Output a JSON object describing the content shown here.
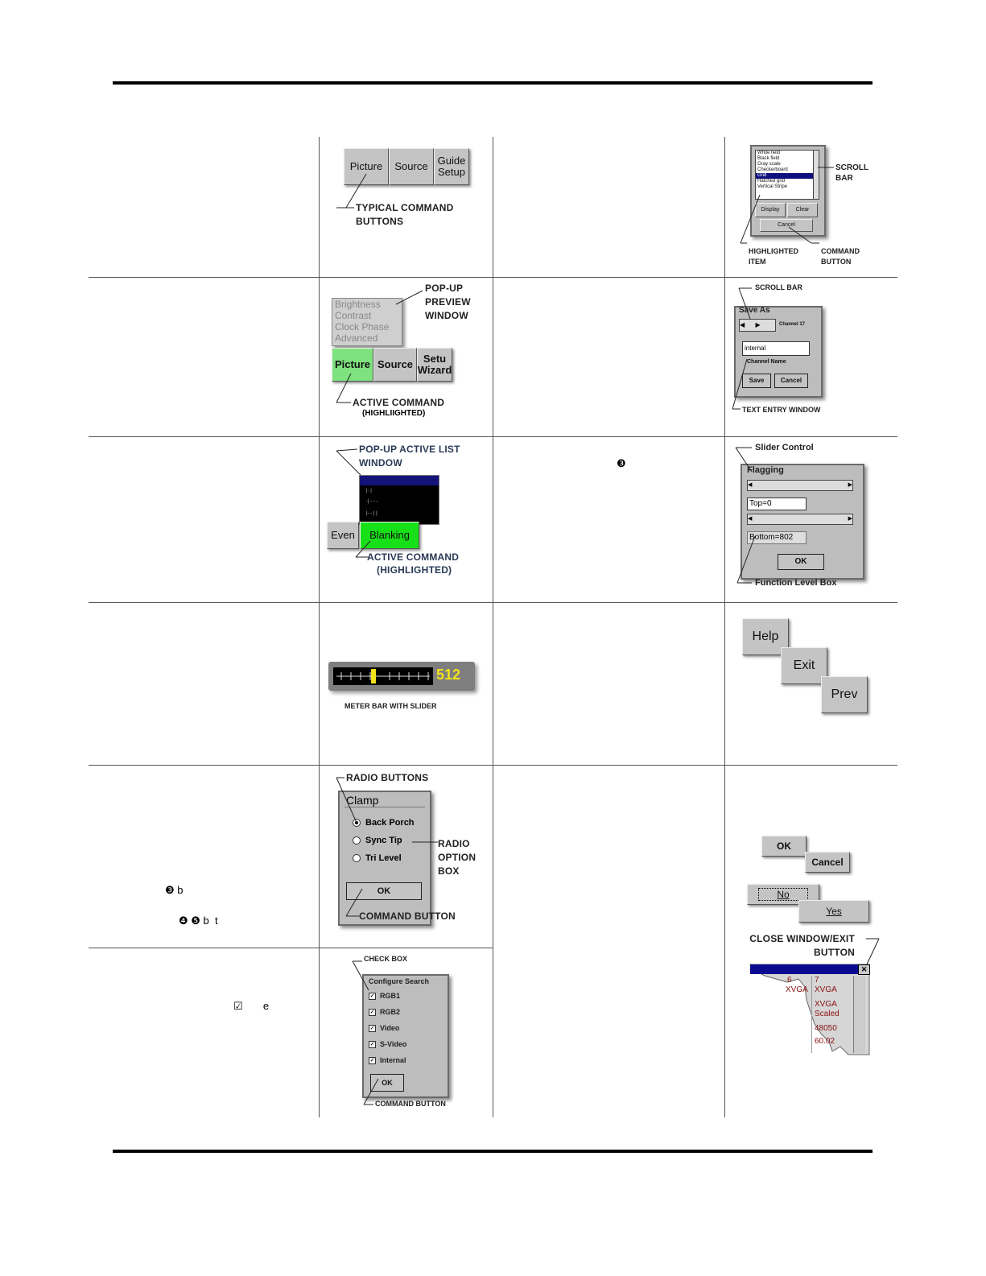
{
  "col1": {
    "r3_marker": "❸ b",
    "r4_marker": "❹ ❺ b  t",
    "r5_marker": "☑       e"
  },
  "col3": {
    "r3_marker": "❸"
  },
  "fig_command_buttons": {
    "buttons": [
      "Picture",
      "Source",
      "Guide Setup"
    ],
    "label": "TYPICAL COMMAND BUTTONS"
  },
  "fig_preview": {
    "preview_items": [
      "Brightness",
      "Contrast",
      "Clock Phase",
      "Advanced"
    ],
    "buttons": [
      "Picture",
      "Source",
      "Setu Wizard"
    ],
    "callout_top": "POP-UP PREVIEW WINDOW",
    "callout_bottom": "ACTIVE COMMAND",
    "callout_bottom_sub": "(HIGHLIIGHTED)"
  },
  "fig_active_list": {
    "callout_top": "POP-UP ACTIVE LIST WINDOW",
    "buttons": [
      "Even",
      "Blanking"
    ],
    "callout_bottom": "ACTIVE COMMAND",
    "callout_bottom_sub": "(HIGHLIGHTED)"
  },
  "fig_meter": {
    "value": "512",
    "slider_fraction": 0.38,
    "label": "METER BAR WITH SLIDER"
  },
  "fig_radio": {
    "callout_top": "RADIO BUTTONS",
    "title": "Clamp",
    "options": [
      "Back Porch",
      "Sync Tip",
      "Tri Level"
    ],
    "selected": 0,
    "ok": "OK",
    "callout_side": "RADIO OPTION BOX",
    "callout_bottom": "COMMAND BUTTON"
  },
  "fig_check": {
    "callout_top": "CHECK BOX",
    "title": "Configure Search",
    "items": [
      "RGB1",
      "RGB2",
      "Video",
      "S-Video",
      "Internal"
    ],
    "ok": "OK",
    "callout_bottom": "COMMAND BUTTON"
  },
  "fig_list": {
    "items": [
      "White field",
      "Black field",
      "Gray scale",
      "Checkerboard",
      "Grid",
      "Hatched grid",
      "Vertical Stripe"
    ],
    "selected": 4,
    "buttons": [
      "Display",
      "Clear"
    ],
    "cancel": "Cancel",
    "callout_scroll": "SCROLL BAR",
    "callout_item": "HIGHLIGHTED ITEM",
    "callout_button": "COMMAND BUTTON"
  },
  "fig_saveas": {
    "callout_top": "SCROLL BAR",
    "title": "Save As",
    "channel": "Channel 17",
    "input_value": "internal",
    "field_label": "Channel Name",
    "save": "Save",
    "cancel": "Cancel",
    "callout_bottom": "TEXT ENTRY WINDOW"
  },
  "fig_slider": {
    "callout_top": "Slider Control",
    "title": "Flagging",
    "top_value": "Top=0",
    "bottom_value": "Bottom=802",
    "ok": "OK",
    "callout_bottom": "Function Level Box"
  },
  "fig_help": {
    "buttons": [
      "Help",
      "Exit",
      "Prev"
    ]
  },
  "fig_dialog": {
    "ok": "OK",
    "cancel": "Cancel",
    "no": "No",
    "yes": "Yes",
    "callout": "CLOSE WINDOW/EXIT BUTTON",
    "close_glyph": "✕",
    "col_headers": [
      "6",
      "7"
    ],
    "col6_rows": [
      "XVGA"
    ],
    "col7_rows": [
      "XVGA",
      "XVGA Scaled",
      "48050",
      "60.02"
    ]
  }
}
